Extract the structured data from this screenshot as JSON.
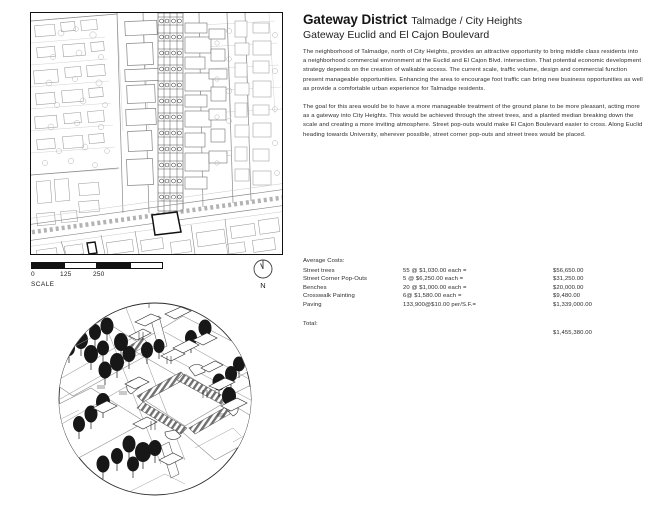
{
  "document": {
    "title": "Gateway District",
    "title_suffix": "Talmadge / City Heights",
    "subtitle": "Gateway Euclid and El Cajon Boulevard",
    "paragraphs": [
      "The neighborhood of Talmadge, north of City Heights, provides an attractive opportunity to bring middle class residents into a neighborhood commercial environment at the Euclid and El Cajon Blvd. intersection. That potential economic development strategy depends on the creation of walkable access. The current scale, traffic volume, design and commercial function present manageable opportunities. Enhancing the area to encourage foot traffic can bring new business opportunities as well as provide a comfortable urban experience for Talmadge residents.",
      "The goal for this area would be to have a more manageable treatment of the ground plane to be more pleasant, acting more as a gateway into City Heights. This would be achieved through the street trees, and a planted median breaking down the scale and creating a more inviting atmosphere. Street pop-outs would make El Cajon Boulevard easier to cross. Along Euclid heading towards University, wherever possible, street corner pop-outs and street trees would be placed."
    ]
  },
  "map": {
    "scale_bar": {
      "caption": "SCALE",
      "ticks": [
        "0",
        "125",
        "250"
      ]
    },
    "north_arrow": {
      "label": "N"
    }
  },
  "costs": {
    "heading": "Average Costs:",
    "rows": [
      {
        "label": "Street trees",
        "calc": "55 @ $1,030.00 each =",
        "amount": "$56,650.00"
      },
      {
        "label": "Street Corner Pop-Outs",
        "calc": "5 @ $6,250.00 each =",
        "amount": "$31,250.00"
      },
      {
        "label": "Benches",
        "calc": "20 @ $1,000.00 each =",
        "amount": "$20,000.00"
      },
      {
        "label": "Crosswalk Painting",
        "calc": "6@ $1,580.00 each =",
        "amount": "$9,480.00"
      },
      {
        "label": "Paving",
        "calc": "133,900@$10.00 per/S.F.=",
        "amount": "$1,339,000.00"
      }
    ],
    "total_label": "Total:",
    "total_amount": "$1,455,380.00"
  }
}
